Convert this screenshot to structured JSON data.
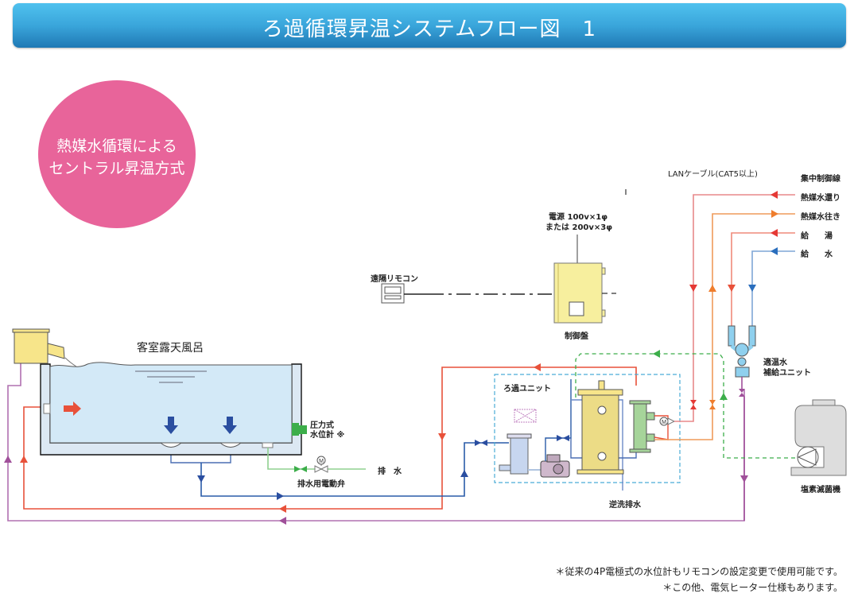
{
  "header": {
    "title": "ろ過循環昇温システムフロー図　1"
  },
  "badge": {
    "line1": "熱媒水循環による",
    "line2": "セントラル昇温方式"
  },
  "colors": {
    "banner_top": "#4fc1ee",
    "banner_bottom": "#1f78b4",
    "badge": "#e8649a",
    "hot_return_red": "#e53935",
    "hot_supply_orange": "#ef7d2d",
    "hot_water_red": "#e8513a",
    "cold_water_blue": "#2a6ebd",
    "drain_green": "#66bb6a",
    "chlorine_green": "#3cae4a",
    "circulation_purple": "#a0509a",
    "pool_water": "#d3e9f7",
    "equipment_yellow": "#f7e58a"
  },
  "labels": {
    "bath": "客室露天風呂",
    "pressure_gauge_1": "圧力式",
    "pressure_gauge_2": "水位計 ※",
    "drain": "排　水",
    "drain_valve": "排水用電動弁",
    "remote": "遠隔リモコン",
    "power_1": "電源 100v×1φ",
    "power_2": "または 200v×3φ",
    "control_panel": "制御盤",
    "lan_cable": "LANケーブル(CAT5以上)",
    "central_control": "集中制御線",
    "heat_return": "熱媒水還り",
    "heat_supply": "熱媒水往き",
    "hot_water": "給　　湯",
    "cold_water": "給　　水",
    "filter_unit": "ろ過ユニット",
    "backwash_drain": "逆洗排水",
    "makeup_unit_1": "適温水",
    "makeup_unit_2": "補給ユニット",
    "chlorinator": "塩素滅菌機",
    "motor_symbol": "M"
  },
  "icons": {
    "flow_arrow": "triangle-arrow",
    "valve": "gate-valve",
    "motor_valve": "motorized-valve",
    "pump": "circulation-pump",
    "filter": "sand-filter",
    "heat_exchanger": "heat-exchanger",
    "remote": "remote-controller",
    "panel": "control-panel"
  },
  "notes": [
    "＊従来の4P電極式の水位計もリモコンの設定変更で使用可能です。",
    "＊この他、電気ヒーター仕様もあります。"
  ]
}
